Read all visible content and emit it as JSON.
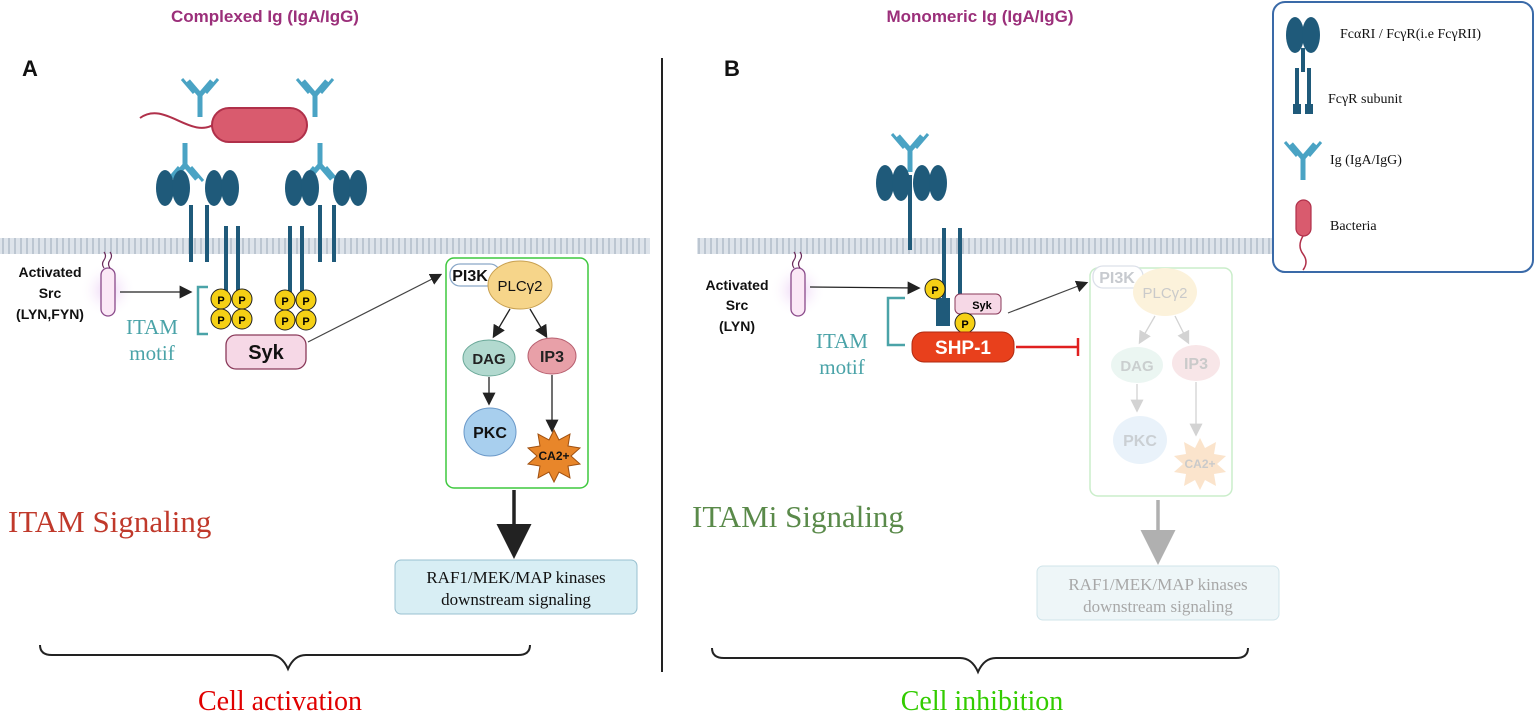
{
  "panelA": {
    "header": "Complexed Ig (IgA/IgG)",
    "letter": "A",
    "src_label": [
      "Activated",
      "Src",
      "(LYN,FYN)"
    ],
    "itam_label": [
      "ITAM",
      "motif"
    ],
    "p_label": "P",
    "syk": "Syk",
    "pi3k": "PI3K",
    "plc": "PLCγ2",
    "dag": "DAG",
    "ip3": "IP3",
    "pkc": "PKC",
    "ca": "CA2+",
    "downstream": [
      "RAF1/MEK/MAP kinases",
      "downstream signaling"
    ],
    "signaling_title": "ITAM Signaling",
    "outcome": "Cell activation"
  },
  "panelB": {
    "header": "Monomeric Ig (IgA/IgG)",
    "letter": "B",
    "src_label": [
      "Activated",
      "Src",
      "(LYN)"
    ],
    "itam_label": [
      "ITAM",
      "motif"
    ],
    "p_label": "P",
    "syk": "Syk",
    "shp1": "SHP-1",
    "pi3k": "PI3K",
    "plc": "PLCγ2",
    "dag": "DAG",
    "ip3": "IP3",
    "pkc": "PKC",
    "ca": "CA2+",
    "downstream": [
      "RAF1/MEK/MAP kinases",
      "downstream signaling"
    ],
    "signaling_title": "ITAMi Signaling",
    "outcome": "Cell inhibition"
  },
  "legend": {
    "items": [
      {
        "icon": "fc-receptor-icon",
        "label": "FcαRI / FcγR(i.e FcγRII)"
      },
      {
        "icon": "fcr-subunit-icon",
        "label": "FcγR subunit"
      },
      {
        "icon": "antibody-icon",
        "label": "Ig (IgA/IgG)"
      },
      {
        "icon": "bacteria-icon",
        "label": "Bacteria"
      }
    ]
  },
  "colors": {
    "header": "#9b2f7a",
    "receptor": "#1f5a7a",
    "antibody": "#4aa3c4",
    "itam_bracket": "#4aa3a8",
    "itam_signaling": "#c0392b",
    "itami_signaling": "#5a8a4a",
    "activation": "#e00000",
    "inhibition": "#33cc00",
    "p_circle": "#f5d015",
    "shp1": "#e8401c",
    "syk_fill": "#f6d8e6",
    "box_border": "#3ec83e"
  }
}
